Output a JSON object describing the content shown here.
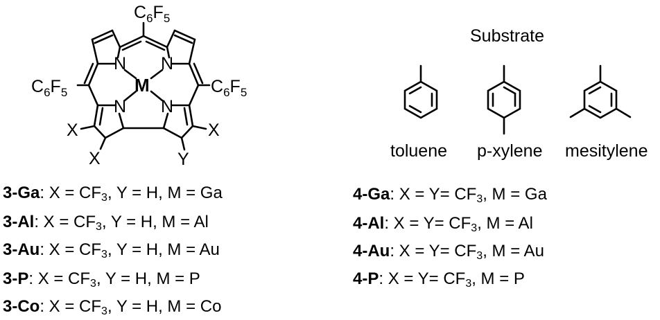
{
  "porphyrin": {
    "top_substituent": {
      "main": "C",
      "sub1": "6",
      "mid": "F",
      "sub2": "5"
    },
    "left_substituent": {
      "main": "C",
      "sub1": "6",
      "mid": "F",
      "sub2": "5"
    },
    "right_substituent": {
      "main": "C",
      "sub1": "6",
      "mid": "F",
      "sub2": "5"
    },
    "metal": "M",
    "nitrogen": "N",
    "x_label": "X",
    "y_label": "Y"
  },
  "substrate": {
    "heading": "Substrate",
    "compounds": [
      "toluene",
      "p-xylene",
      "mesitylene"
    ]
  },
  "series3": [
    {
      "name": "3-Ga",
      "x_pre": ": X = CF",
      "x_sub": "3",
      "rest": ", Y = H, M = Ga"
    },
    {
      "name": "3-Al",
      "x_pre": ": X = CF",
      "x_sub": "3",
      "rest": ", Y = H, M = Al"
    },
    {
      "name": "3-Au",
      "x_pre": ": X = CF",
      "x_sub": "3",
      "rest": ", Y = H, M = Au"
    },
    {
      "name": "3-P",
      "x_pre": ": X = CF",
      "x_sub": "3",
      "rest": ", Y = H, M = P"
    },
    {
      "name": "3-Co",
      "x_pre": ": X = CF",
      "x_sub": "3",
      "rest": ", Y = H, M = Co"
    }
  ],
  "series4": [
    {
      "name": "4-Ga",
      "x_pre": ": X = Y= CF",
      "x_sub": "3",
      "rest": ", M = Ga"
    },
    {
      "name": "4-Al",
      "x_pre": ": X = Y= CF",
      "x_sub": "3",
      "rest": ", M = Al"
    },
    {
      "name": "4-Au",
      "x_pre": ": X = Y= CF",
      "x_sub": "3",
      "rest": ", M = Au"
    },
    {
      "name": "4-P",
      "x_pre": ": X = Y= CF",
      "x_sub": "3",
      "rest": ", M = P"
    }
  ]
}
